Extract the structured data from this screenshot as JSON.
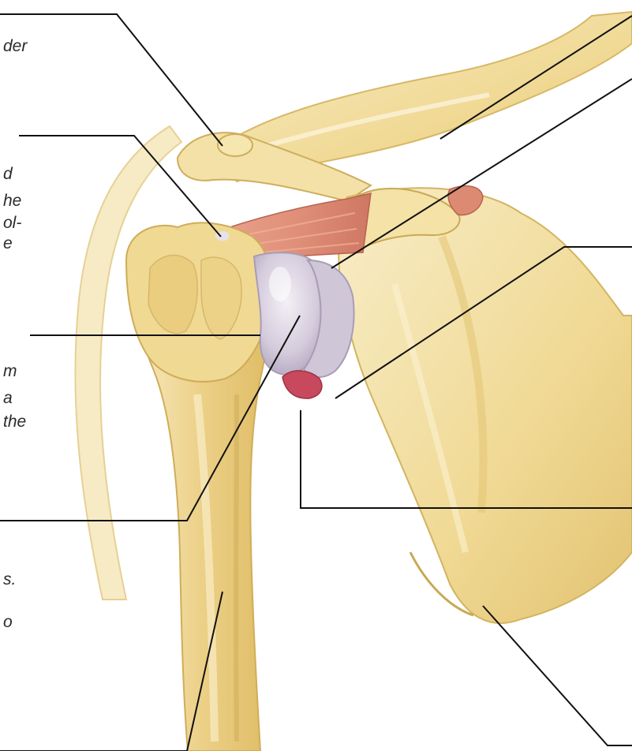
{
  "labels": {
    "frag_1": "der",
    "frag_2": "d",
    "frag_3": "he",
    "frag_4": "ol-",
    "frag_5": "e",
    "frag_6": "m",
    "frag_7": "a",
    "frag_8": "the",
    "frag_9": "s.",
    "frag_10": "o"
  },
  "colors": {
    "bone_fill": "#f2dfa6",
    "bone_light": "#f8edc8",
    "bone_shadow": "#d9b867",
    "cartilage": "#d7cfe0",
    "muscle": "#df8f78",
    "muscle_dark": "#c66a58",
    "leader_line": "#111111"
  }
}
